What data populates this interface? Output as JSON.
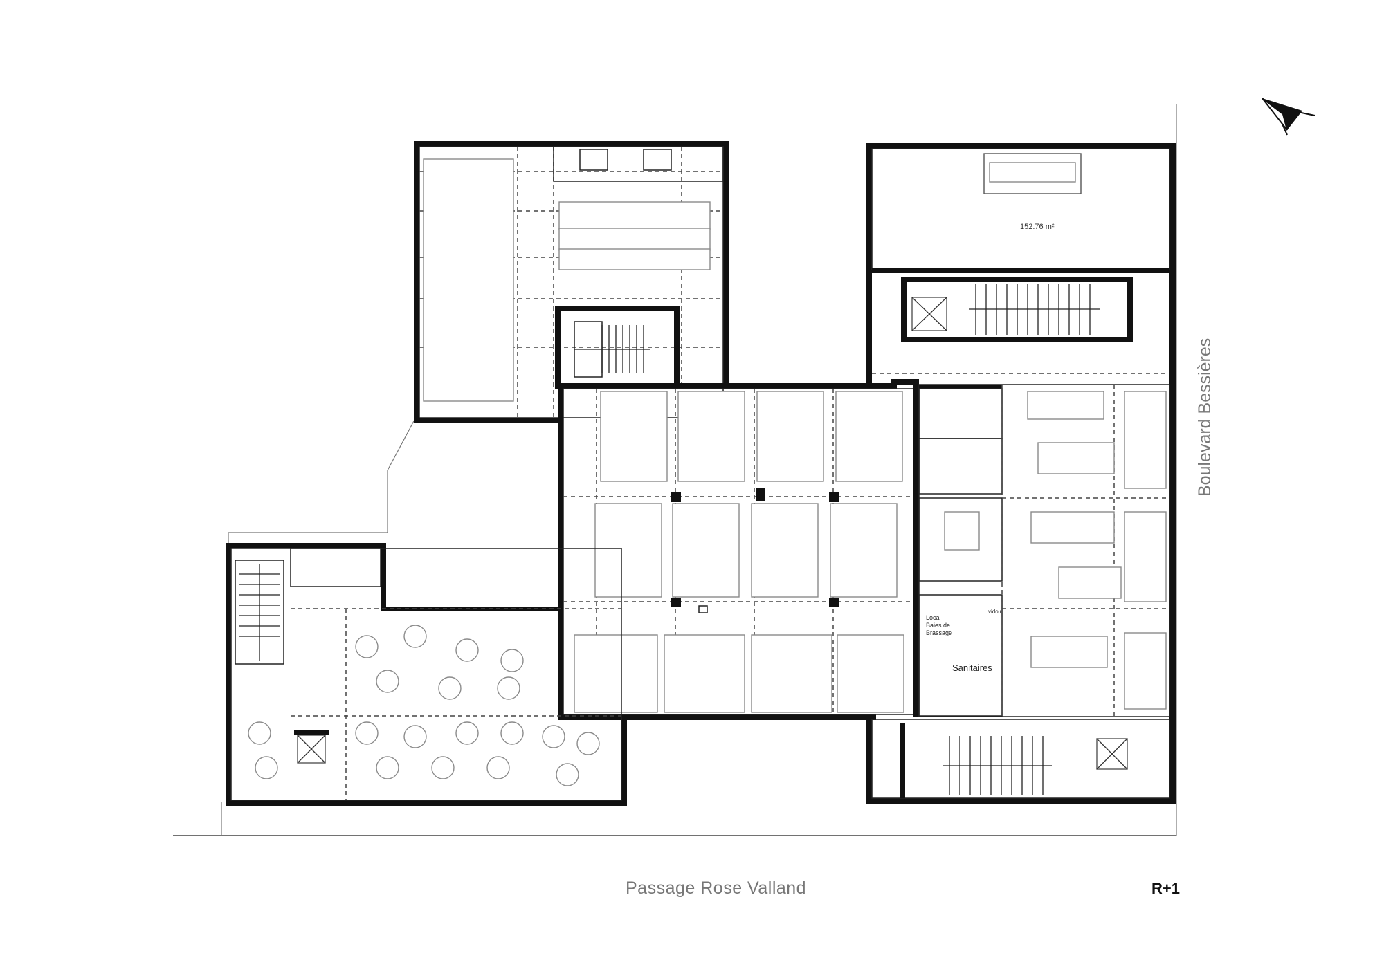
{
  "streets": {
    "bottom": "Passage Rose Valland",
    "right": "Boulevard Bessières"
  },
  "level_label": "R+1",
  "area_label": "152.76 m²",
  "rooms": {
    "sanitaires": "Sanitaires",
    "local_baies_line1": "Local",
    "local_baies_line2": "Baies de",
    "local_baies_line3": "Brassage",
    "vidoir": "vidoir"
  },
  "icons": {
    "north_arrow": "north-arrow-icon"
  },
  "colors": {
    "walls": "#111111",
    "furniture": "#8a8a8a",
    "background": "#ffffff",
    "street_text": "#777777"
  }
}
